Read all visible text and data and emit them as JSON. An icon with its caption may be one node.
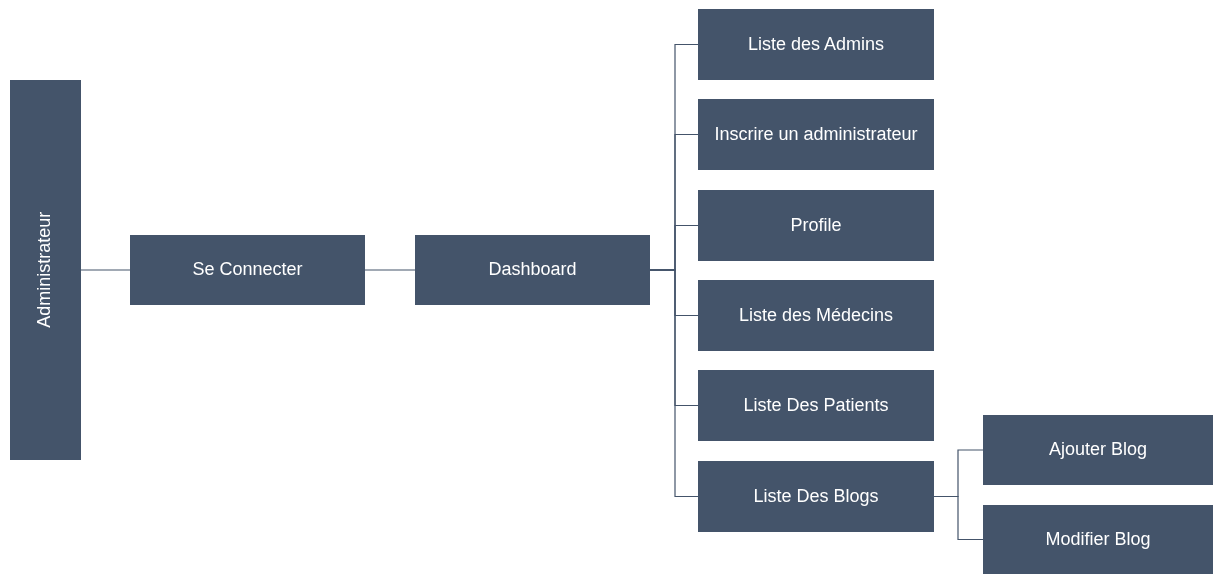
{
  "diagram": {
    "nodes": [
      {
        "text": [
          "Administrateur"
        ]
      },
      {
        "text": [
          "Se Connecter"
        ]
      },
      {
        "text": [
          "Dashboard"
        ]
      },
      {
        "text": [
          "Liste des Admins"
        ]
      },
      {
        "text": [
          "Inscrire un administrateur"
        ]
      },
      {
        "text": [
          "Profile"
        ]
      },
      {
        "text": [
          "Liste des Médecins"
        ]
      },
      {
        "text": [
          "Liste Des Patients"
        ]
      },
      {
        "text": [
          "Liste Des Blogs"
        ]
      },
      {
        "text": [
          "Ajouter Blog"
        ]
      },
      {
        "text": [
          "Modifier Blog"
        ]
      }
    ],
    "edges": [
      {
        "from": 0,
        "to": 1,
        "arrow": "none"
      },
      {
        "from": 1,
        "to": 2,
        "arrow": "none"
      },
      {
        "from": 2,
        "to": 3,
        "arrow": "none"
      },
      {
        "from": 2,
        "to": 4,
        "arrow": "none"
      },
      {
        "from": 2,
        "to": 5,
        "arrow": "none"
      },
      {
        "from": 2,
        "to": 6,
        "arrow": "none"
      },
      {
        "from": 2,
        "to": 7,
        "arrow": "none"
      },
      {
        "from": 2,
        "to": 8,
        "arrow": "none"
      },
      {
        "from": 8,
        "to": 9,
        "arrow": "none"
      },
      {
        "from": 8,
        "to": 10,
        "arrow": "none"
      }
    ]
  }
}
